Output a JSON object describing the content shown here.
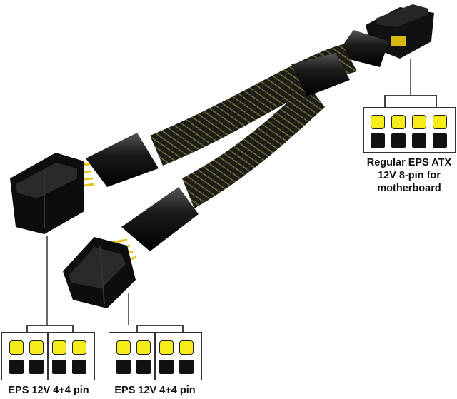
{
  "labels": {
    "top_right": [
      "Regular EPS ATX",
      "12V  8-pin for",
      "motherboard"
    ],
    "bottom_left": "EPS 12V 4+4 pin",
    "bottom_middle": "EPS 12V 4+4 pin"
  },
  "colors": {
    "pin_yellow": "#f6ec1a",
    "pin_black": "#111111",
    "sleeve_black": "#1b1b17",
    "sleeve_weave": "#7a7238",
    "wire_yellow": "#e8c21a"
  }
}
